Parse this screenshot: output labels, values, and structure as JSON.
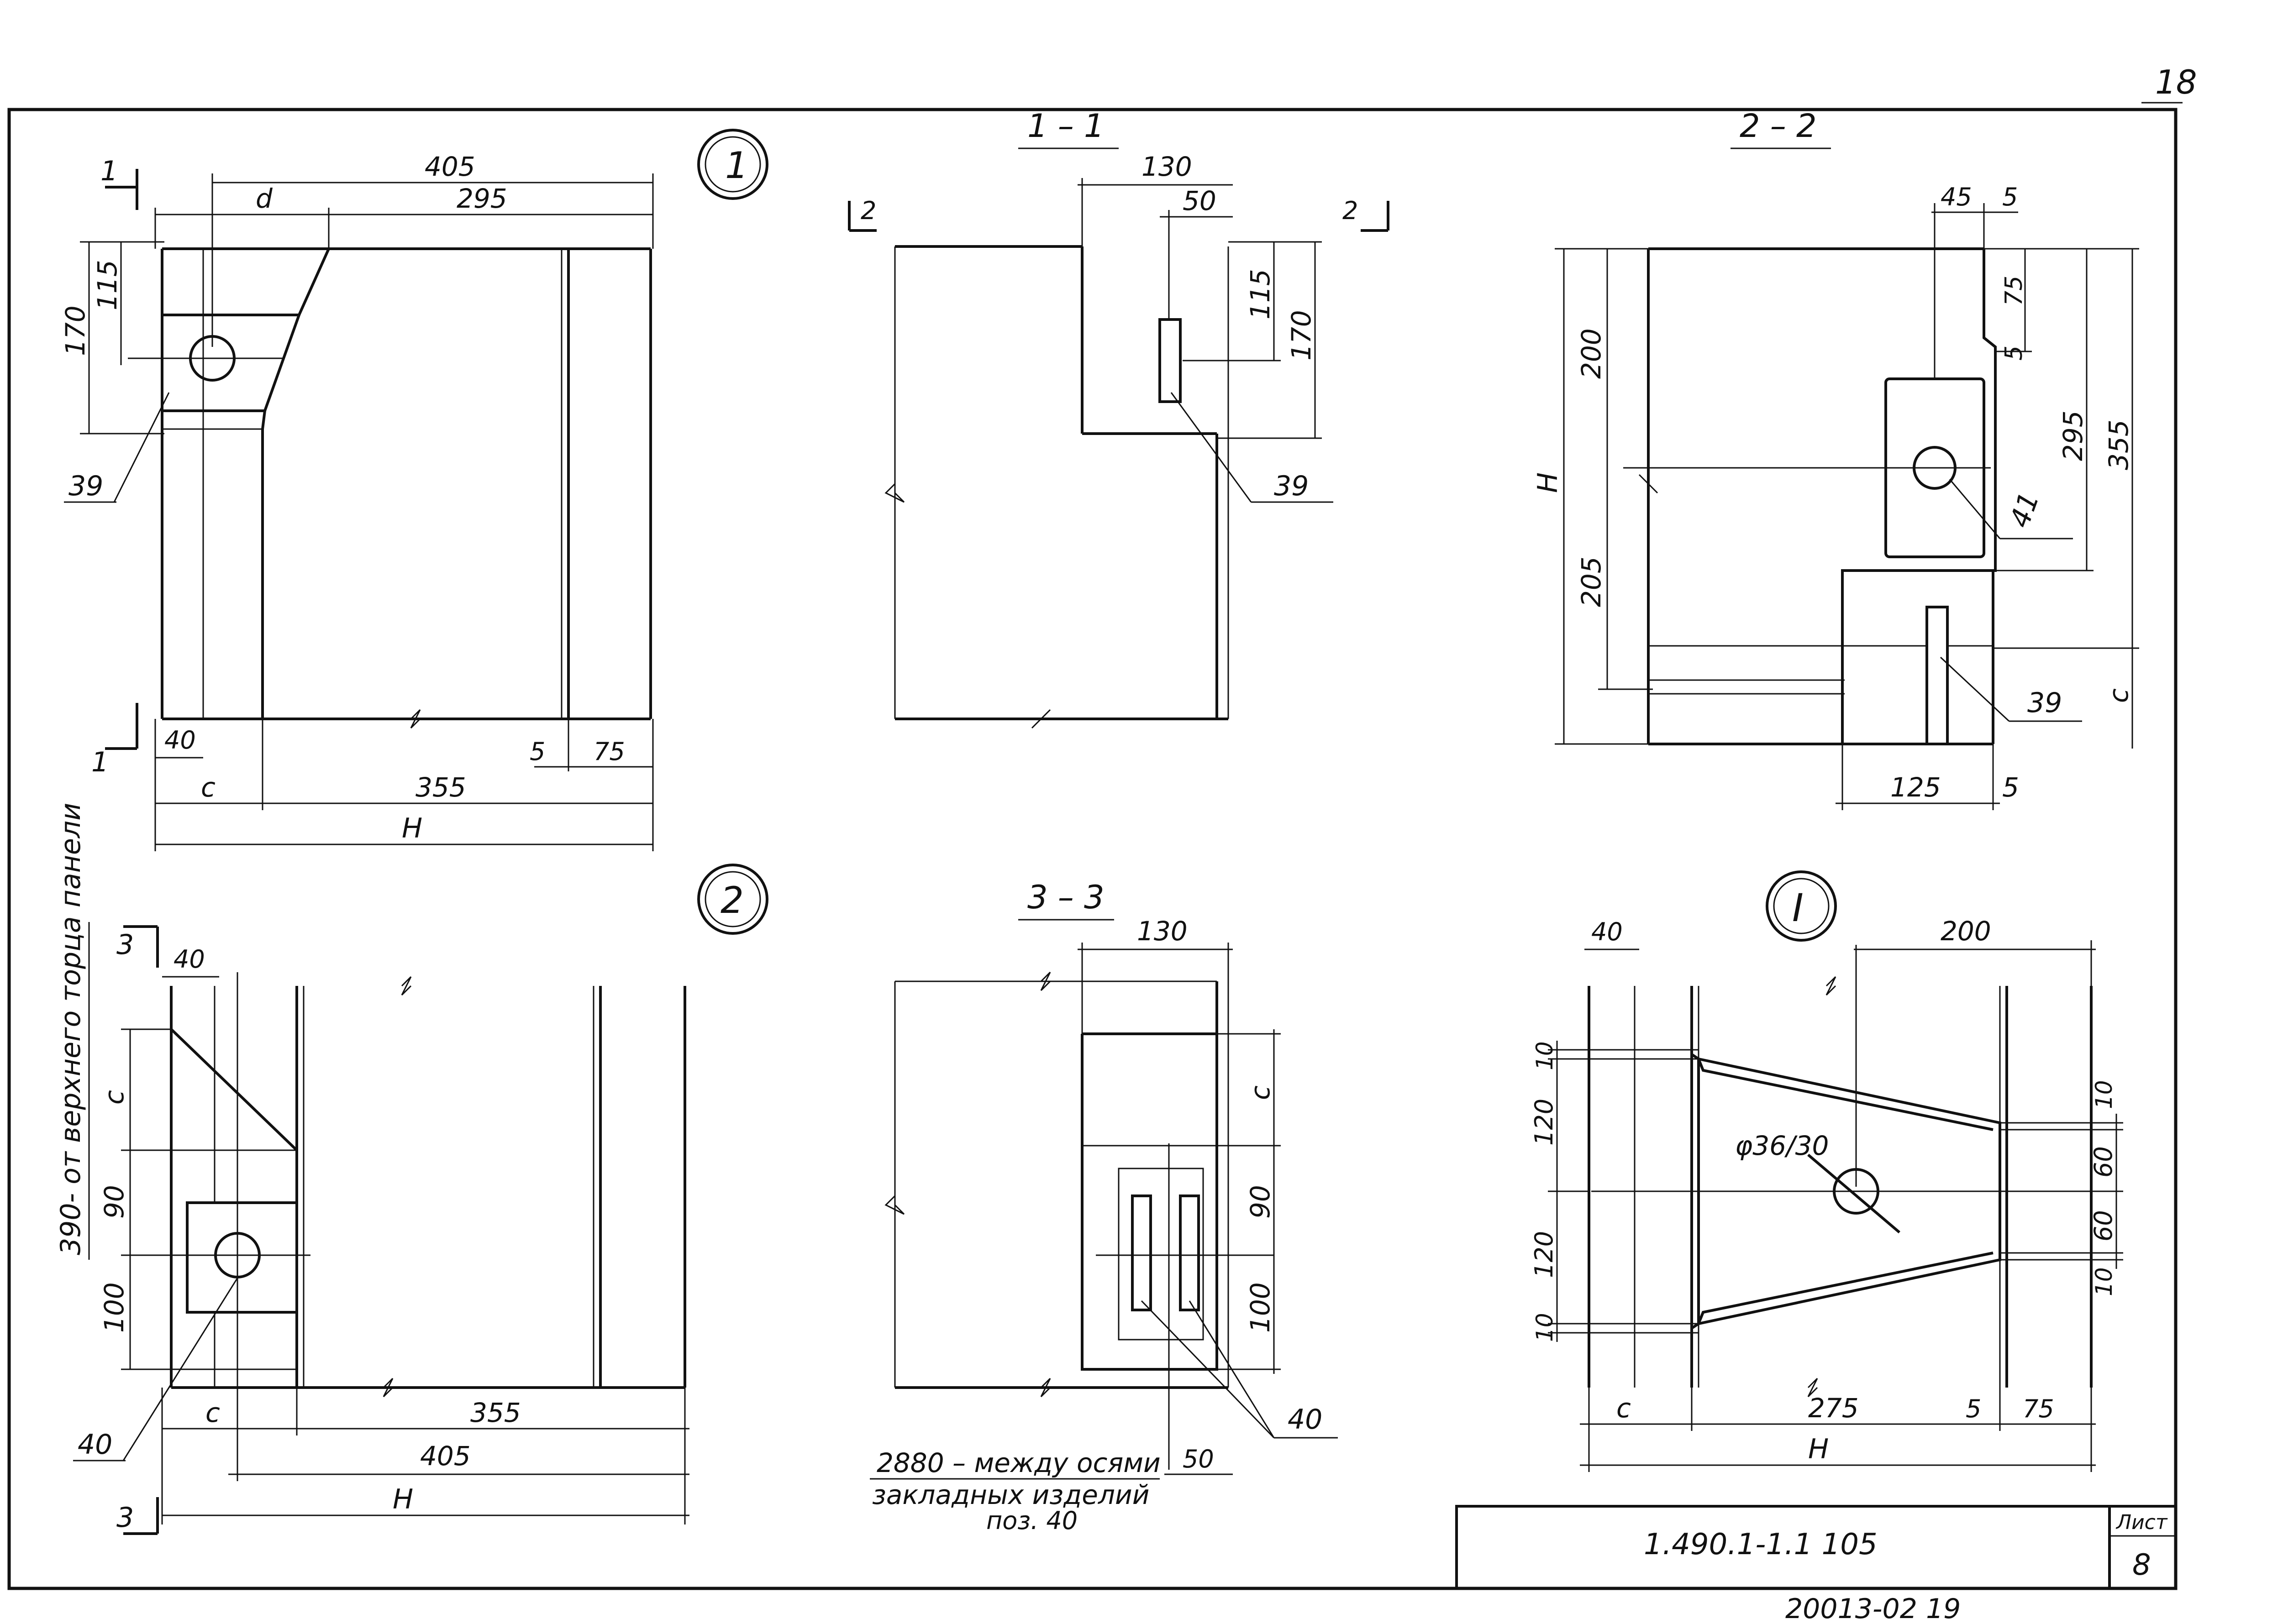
{
  "sheet": {
    "page_number": "18",
    "code": "1.490.1-1.1 105",
    "sheet_label": "Лист",
    "sheet_number": "8",
    "archive_number": "20013-02  19"
  },
  "views": {
    "v1": {
      "badge": "1",
      "dims": {
        "d405": "405",
        "d": "d",
        "d295": "295",
        "d115": "115",
        "d170": "170",
        "d40": "40",
        "c": "c",
        "d355": "355",
        "h": "H",
        "d5": "5",
        "d75": "75"
      },
      "leader": "39",
      "section_mark": "1"
    },
    "v11": {
      "title": "1 – 1",
      "dims": {
        "d130": "130",
        "d50": "50",
        "d115": "115",
        "d170": "170"
      },
      "leader": "39",
      "section_mark": "2"
    },
    "v22": {
      "title": "2 – 2",
      "dims": {
        "d45": "45",
        "d5a": "5",
        "d75": "75",
        "d5b": "5",
        "d200": "200",
        "h": "H",
        "d205": "205",
        "d295": "295",
        "d355": "355",
        "c": "c",
        "d125": "125",
        "d5c": "5"
      },
      "leaders": {
        "l41": "41",
        "l39": "39"
      }
    },
    "v2": {
      "badge": "2",
      "dims": {
        "d40": "40",
        "c": "c",
        "d90": "90",
        "d100": "100",
        "d355": "355",
        "d405": "405",
        "h": "H",
        "c_bottom": "c"
      },
      "vertical_note": "390- от верхнего торца панели",
      "leader": "40",
      "section_mark": "3"
    },
    "v33": {
      "title": "3 – 3",
      "dims": {
        "d130": "130",
        "c": "c",
        "d90": "90",
        "d100": "100",
        "d50": "50"
      },
      "leader": "40",
      "note_lines": [
        "2880 – между осями",
        "закладных изделий",
        "поз. 40"
      ]
    },
    "vI": {
      "badge": "I",
      "dims": {
        "d40": "40",
        "d200": "200",
        "d10a": "10",
        "d120a": "120",
        "d120b": "120",
        "d10b": "10",
        "r10a": "10",
        "r60a": "60",
        "r60b": "60",
        "r10b": "10",
        "c": "c",
        "d275": "275",
        "d5": "5",
        "d75": "75",
        "h": "H"
      },
      "hole_label": "φ36/30"
    }
  }
}
